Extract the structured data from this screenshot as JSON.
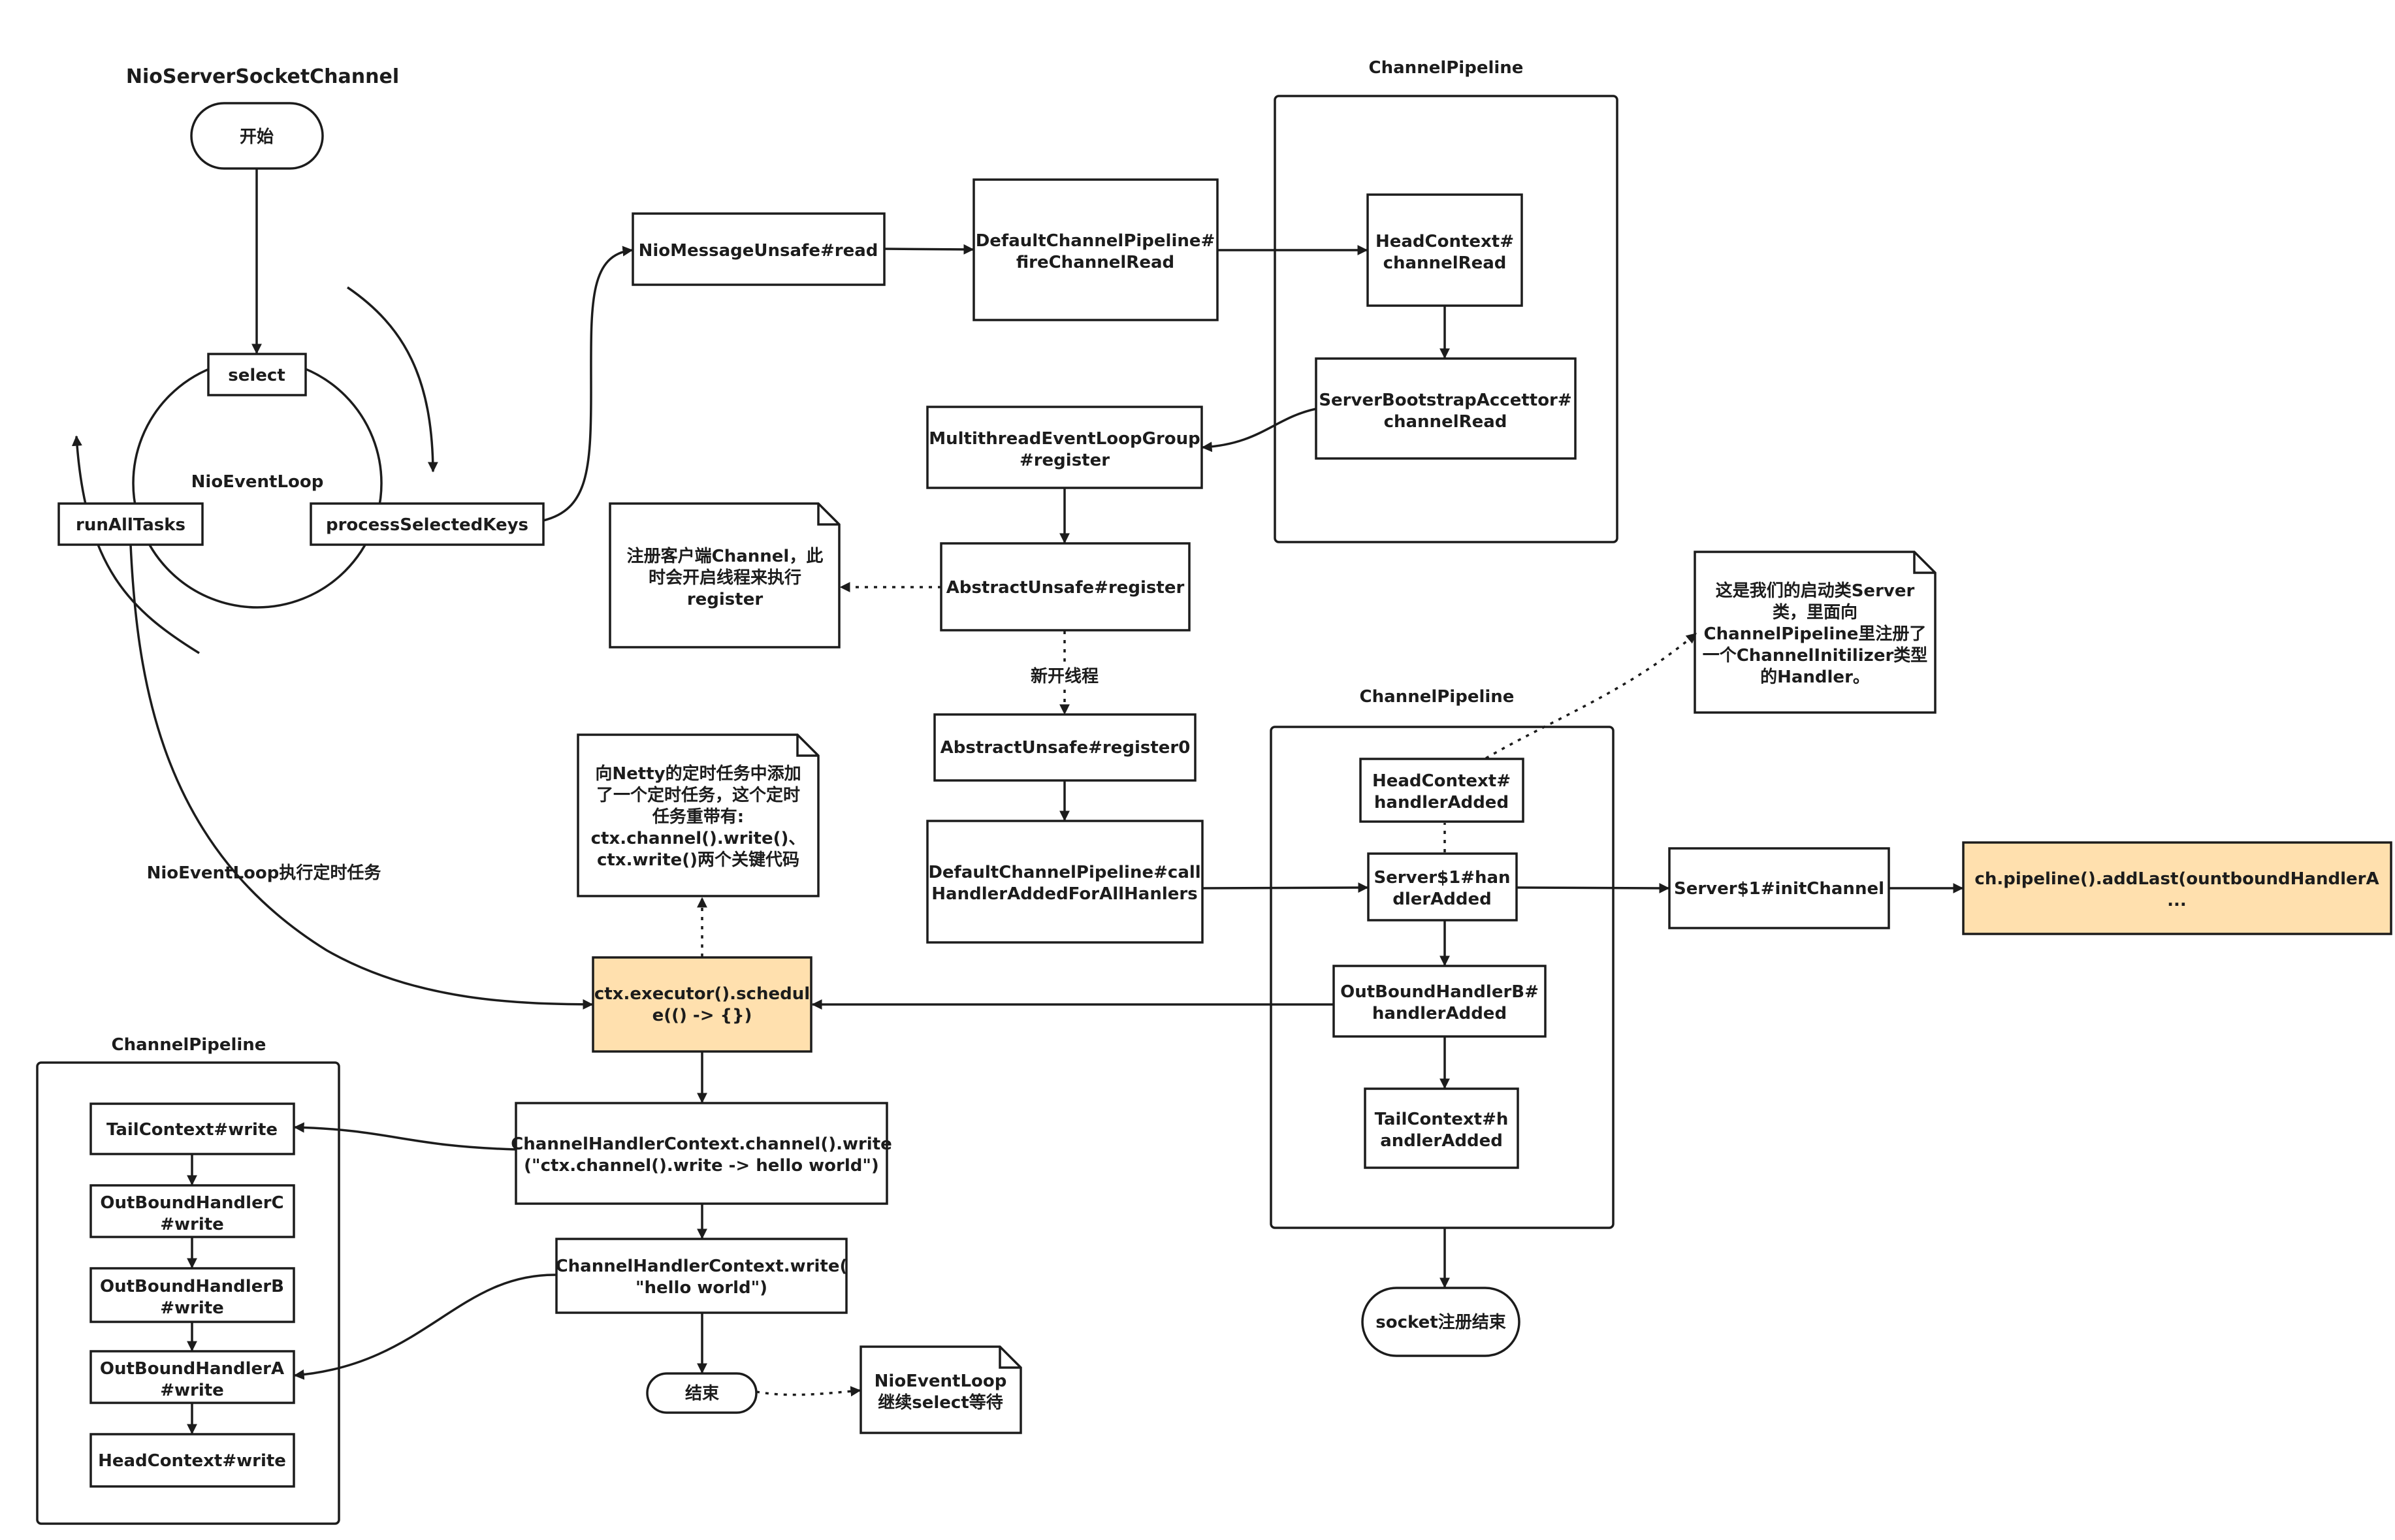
{
  "diagram": {
    "title": "NioServerSocketChannel",
    "loop": {
      "start": "开始",
      "select": "select",
      "center": "NioEventLoop",
      "run_all_tasks": "runAllTasks",
      "process_selected_keys": "processSelectedKeys"
    },
    "pipeline_top": {
      "title": "ChannelPipeline",
      "head": [
        "HeadContext#",
        "channelRead"
      ],
      "acceptor": [
        "ServerBootstrapAccettor#",
        "channelRead"
      ]
    },
    "pipeline_mid": {
      "title": "ChannelPipeline",
      "head": [
        "HeadContext#",
        "handlerAdded"
      ],
      "server": [
        "Server$1#han",
        "dlerAdded"
      ],
      "outbound_b": [
        "OutBoundHandlerB#",
        "handlerAdded"
      ],
      "tail": [
        "TailContext#h",
        "andlerAdded"
      ]
    },
    "pipeline_bottom": {
      "title": "ChannelPipeline",
      "tail": [
        "TailContext#write"
      ],
      "outbound_c": [
        "OutBoundHandlerC",
        "#write"
      ],
      "outbound_b": [
        "OutBoundHandlerB",
        "#write"
      ],
      "outbound_a": [
        "OutBoundHandlerA",
        "#write"
      ],
      "head": [
        "HeadContext#write"
      ]
    },
    "nodes": {
      "nio_read": [
        "NioMessageUnsafe#read"
      ],
      "fire_read": [
        "DefaultChannelPipeline#",
        "fireChannelRead"
      ],
      "group_register": [
        "MultithreadEventLoopGroup",
        "#register"
      ],
      "unsafe_register": [
        "AbstractUnsafe#register"
      ],
      "unsafe_register0": [
        "AbstractUnsafe#register0"
      ],
      "call_handler_added": [
        "DefaultChannelPipeline#call",
        "HandlerAddedForAllHanlers"
      ],
      "init_channel": [
        "Server$1#initChannel"
      ],
      "add_last": [
        "ch.pipeline().addLast(ountboundHandlerA",
        "..."
      ],
      "schedule": [
        "ctx.executor().schedul",
        "e(() -> {})"
      ],
      "ctx_channel_write": [
        "ChannelHandlerContext.channel().write",
        "(\"ctx.channel().write -> hello world\")"
      ],
      "ctx_write": [
        "ChannelHandlerContext.write(",
        "\"hello world\")"
      ],
      "end": "结束",
      "socket_end": "socket注册结束"
    },
    "notes": {
      "register_note": [
        "注册客户端Channel，此",
        "时会开启线程来执行",
        "register"
      ],
      "server_note": [
        "这是我们的启动类Server",
        "类，里面向",
        "ChannelPipeline里注册了",
        "一个ChannelInitilizer类型",
        "的Handler。"
      ],
      "schedule_note": [
        "向Netty的定时任务中添加",
        "了一个定时任务，这个定时",
        "任务重带有:",
        "ctx.channel().write()、",
        "ctx.write()两个关键代码"
      ],
      "wait_note": [
        "NioEventLoop",
        "继续select等待"
      ]
    },
    "edge_labels": {
      "new_thread": "新开线程",
      "scheduled_task": "NioEventLoop执行定时任务"
    },
    "colors": {
      "highlight": "#ffe0ae",
      "stroke": "#1c1c1c"
    }
  }
}
